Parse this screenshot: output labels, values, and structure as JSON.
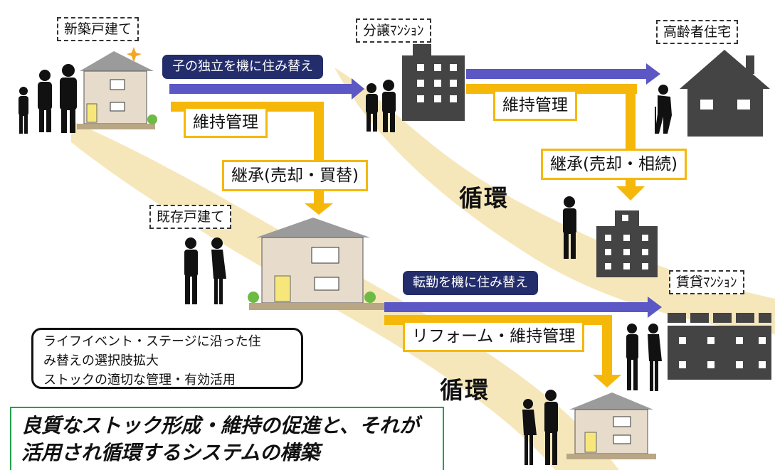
{
  "labels": {
    "new_house": "新築戸建て",
    "condo_sale": "分譲ﾏﾝｼｮﾝ",
    "elderly_housing": "高齢者住宅",
    "existing_house": "既存戸建て",
    "rental_condo": "賃貸ﾏﾝｼｮﾝ"
  },
  "arrows": {
    "move_independence": "子の独立を機に住み替え",
    "move_transfer": "転勤を機に住み替え"
  },
  "boxes": {
    "maintenance_1": "維持管理",
    "maintenance_2": "維持管理",
    "inherit_buy": "継承(売却・買替)",
    "inherit_succession": "継承(売却・相続)",
    "reform_maintenance": "リフォーム・維持管理"
  },
  "cycles": {
    "cycle_1": "循環",
    "cycle_2": "循環"
  },
  "note": {
    "line1": "ライフイベント・ステージに沿った住",
    "line2": "み替えの選択肢拡大",
    "line3": "ストックの適切な管理・有効活用"
  },
  "banner": {
    "line1": "良質なストック形成・維持の促進と、それが",
    "line2": "活用され循環するシステムの構築"
  },
  "colors": {
    "navy": "#232d6b",
    "arrow_blue": "#5b57c4",
    "arrow_yellow": "#f5b80a",
    "band": "#f5e3ae",
    "building": "#444444",
    "banner_border": "#22a34a"
  }
}
